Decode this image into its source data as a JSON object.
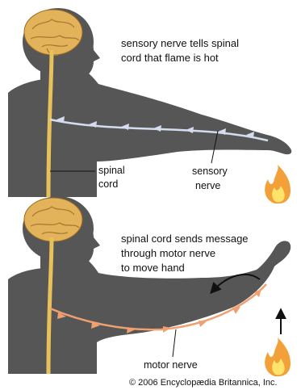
{
  "panel_top": {
    "caption_lines": [
      "sensory nerve tells spinal",
      "cord that flame is hot"
    ],
    "spinal_cord_label_lines": [
      "spinal",
      "cord"
    ],
    "sensory_nerve_label_lines": [
      "sensory",
      "nerve"
    ]
  },
  "panel_bottom": {
    "caption_lines": [
      "spinal cord sends message",
      "through motor nerve",
      "to move hand"
    ],
    "motor_nerve_label": "motor nerve"
  },
  "copyright": "© 2006 Encyclopædia Britannica, Inc.",
  "colors": {
    "silhouette": "#565656",
    "brain": "#e2b35a",
    "spinal_cord": "#e8c15a",
    "sensory_nerve": "#d6dcef",
    "motor_nerve": "#f0a070",
    "flame_outer": "#f2a03a",
    "flame_inner": "#ffe36a"
  }
}
